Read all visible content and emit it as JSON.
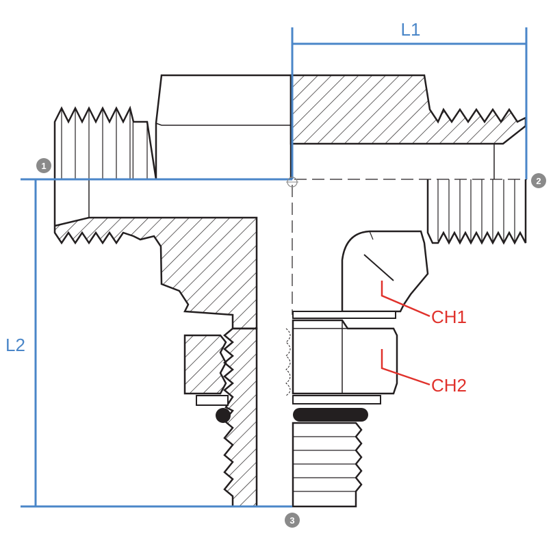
{
  "dimensions": {
    "length_1": "L1",
    "length_2": "L2"
  },
  "callouts": {
    "hex_1": "CH1",
    "hex_2": "CH2"
  },
  "ports": [
    "1",
    "2",
    "3"
  ],
  "colors": {
    "dimension": "#4a86c8",
    "callout": "#e0312b",
    "outline": "#231f20",
    "port_marker": "#8a8a8a"
  }
}
